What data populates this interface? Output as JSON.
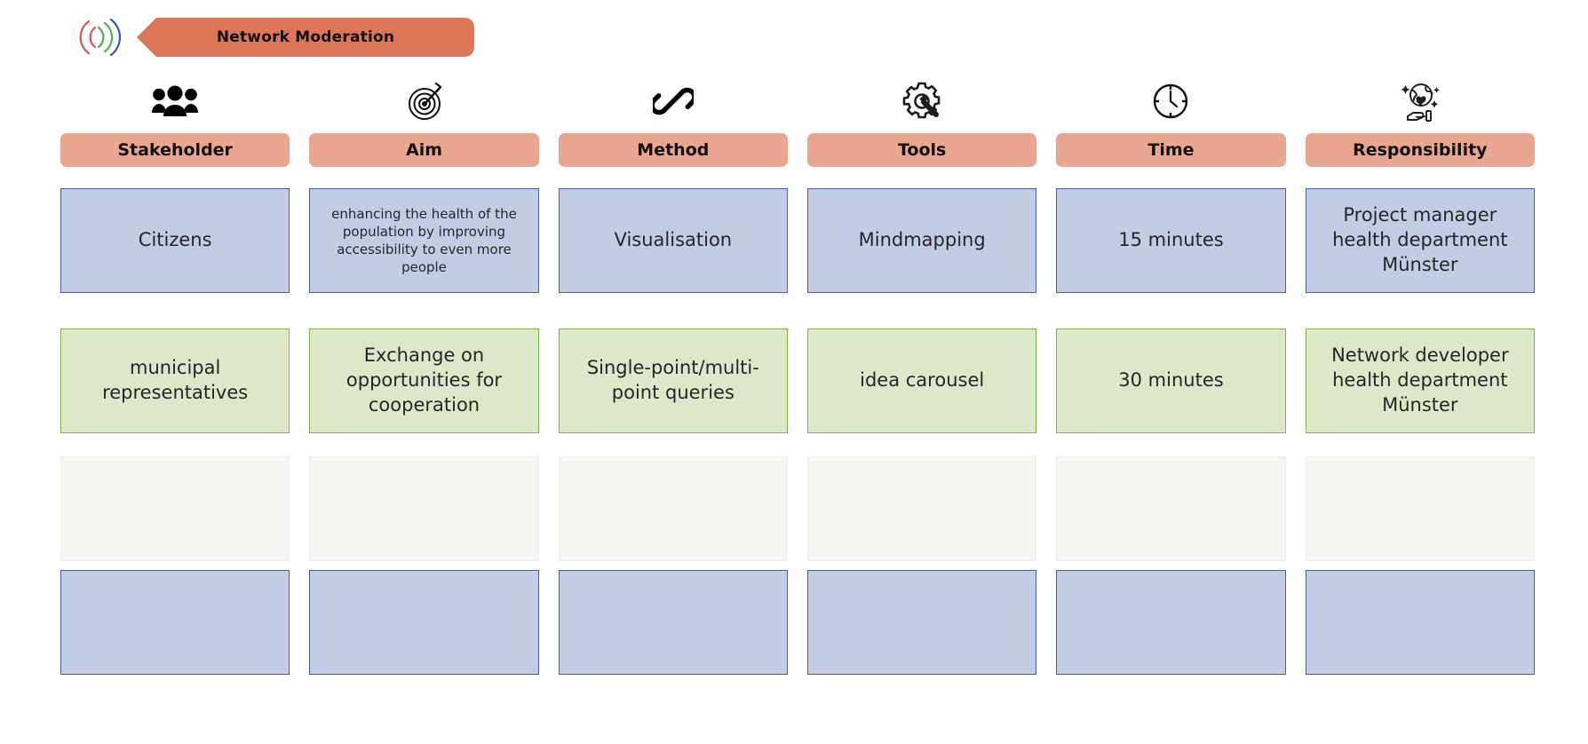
{
  "header": {
    "logo_icon": "concentric-arcs-logo",
    "logo_colors": [
      "#d9534f",
      "#4caf50",
      "#3f51b5"
    ],
    "banner_title": "Network Moderation",
    "banner_color": "#dd7558"
  },
  "columns": [
    {
      "key": "stakeholder",
      "label": "Stakeholder",
      "icon": "people-group-icon"
    },
    {
      "key": "aim",
      "label": "Aim",
      "icon": "target-arrow-icon"
    },
    {
      "key": "method",
      "label": "Method",
      "icon": "chain-link-icon"
    },
    {
      "key": "tools",
      "label": "Tools",
      "icon": "gear-wrench-icon"
    },
    {
      "key": "time",
      "label": "Time",
      "icon": "clock-icon"
    },
    {
      "key": "responsibility",
      "label": "Responsibility",
      "icon": "hand-globe-heart-icon"
    }
  ],
  "header_fill": "#e9a791",
  "rows": [
    {
      "style": "blue",
      "fill": "#c2cce4",
      "border": "#4a5fa3",
      "cells": [
        "Citizens",
        "enhancing  the health of the population by improving accessibility to even more people",
        "Visualisation",
        "Mindmapping",
        "15 minutes",
        "Project manager health department Münster"
      ]
    },
    {
      "style": "green",
      "fill": "#dde8c8",
      "border": "#86b24c",
      "cells": [
        "municipal representatives",
        "Exchange on opportunities for cooperation",
        "Single-point/multi-point queries",
        "idea carousel",
        "30 minutes",
        "Network developer health department Münster"
      ]
    },
    {
      "style": "blank",
      "fill": "#f7f5f2",
      "border": "#efece7",
      "cells": [
        "",
        "",
        "",
        "",
        "",
        ""
      ]
    },
    {
      "style": "blue",
      "fill": "#c2cce4",
      "border": "#4a5fa3",
      "cells": [
        "",
        "",
        "",
        "",
        "",
        ""
      ]
    }
  ]
}
